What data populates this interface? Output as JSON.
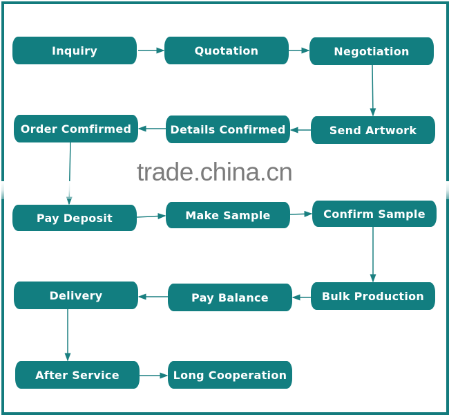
{
  "nodes": [
    {
      "id": "inquiry",
      "label": "Inquiry"
    },
    {
      "id": "quotation",
      "label": "Quotation"
    },
    {
      "id": "negotiation",
      "label": "Negotiation"
    },
    {
      "id": "order-confirmed",
      "label": "Order Comfirmed"
    },
    {
      "id": "details-confirmed",
      "label": "Details Confirmed"
    },
    {
      "id": "send-artwork",
      "label": "Send Artwork"
    },
    {
      "id": "pay-deposit",
      "label": "Pay Deposit"
    },
    {
      "id": "make-sample",
      "label": "Make Sample"
    },
    {
      "id": "confirm-sample",
      "label": "Confirm Sample"
    },
    {
      "id": "delivery",
      "label": "Delivery"
    },
    {
      "id": "pay-balance",
      "label": "Pay Balance"
    },
    {
      "id": "bulk-production",
      "label": "Bulk Production"
    },
    {
      "id": "after-service",
      "label": "After Service"
    },
    {
      "id": "long-cooperation",
      "label": "Long Cooperation"
    }
  ],
  "edges": [
    [
      "inquiry",
      "quotation"
    ],
    [
      "quotation",
      "negotiation"
    ],
    [
      "negotiation",
      "send-artwork"
    ],
    [
      "send-artwork",
      "details-confirmed"
    ],
    [
      "details-confirmed",
      "order-confirmed"
    ],
    [
      "order-confirmed",
      "pay-deposit"
    ],
    [
      "pay-deposit",
      "make-sample"
    ],
    [
      "make-sample",
      "confirm-sample"
    ],
    [
      "confirm-sample",
      "bulk-production"
    ],
    [
      "bulk-production",
      "pay-balance"
    ],
    [
      "pay-balance",
      "delivery"
    ],
    [
      "delivery",
      "after-service"
    ],
    [
      "after-service",
      "long-cooperation"
    ]
  ],
  "watermark": "trade.china.cn",
  "colors": {
    "node": "#127e80",
    "line": "#1a7f80",
    "frame": "#137b7d"
  }
}
